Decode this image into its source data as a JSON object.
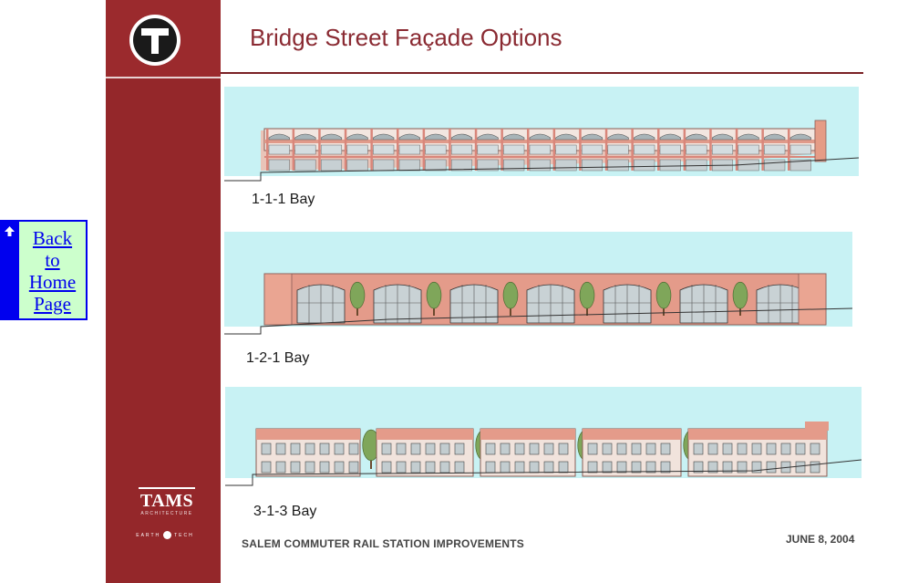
{
  "nav": {
    "back_home_lines": [
      "Back",
      "to",
      "Home",
      "Page"
    ]
  },
  "slide": {
    "title": "Bridge Street Façade Options",
    "logo_letter": "T",
    "firm_logo": "TAMS",
    "firm_logo_sub": "ARCHITECTURE",
    "partner_logo_left": "EARTH",
    "partner_logo_right": "TECH",
    "options": [
      {
        "caption": "1-1-1  Bay"
      },
      {
        "caption": "1-2-1  Bay"
      },
      {
        "caption": "3-1-3  Bay"
      }
    ],
    "footer_left": "SALEM COMMUTER RAIL STATION IMPROVEMENTS",
    "footer_right": "JUNE 8, 2004"
  },
  "colors": {
    "sidebar": "#94272a",
    "title": "#8a2a32",
    "sky": "#c8f2f4",
    "brick": "#d9867a",
    "link": "#0000ee",
    "link_bg": "#ccffcc"
  },
  "icons": {
    "nav_arrow": "up-arrow-icon",
    "logo": "t-logo-icon"
  }
}
